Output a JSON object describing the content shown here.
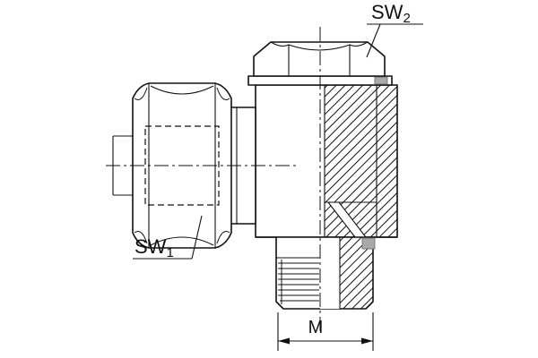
{
  "drawing": {
    "type": "technical-section-drawing",
    "subject": "banjo swivel elbow fitting, half-section view",
    "labels": {
      "sw2": {
        "base": "SW",
        "sub": "2"
      },
      "sw1": {
        "base": "SW",
        "sub": "1"
      },
      "m": "M"
    },
    "colors": {
      "line": "#111111",
      "seal": "#a9a9a9",
      "background": "#ffffff"
    }
  }
}
